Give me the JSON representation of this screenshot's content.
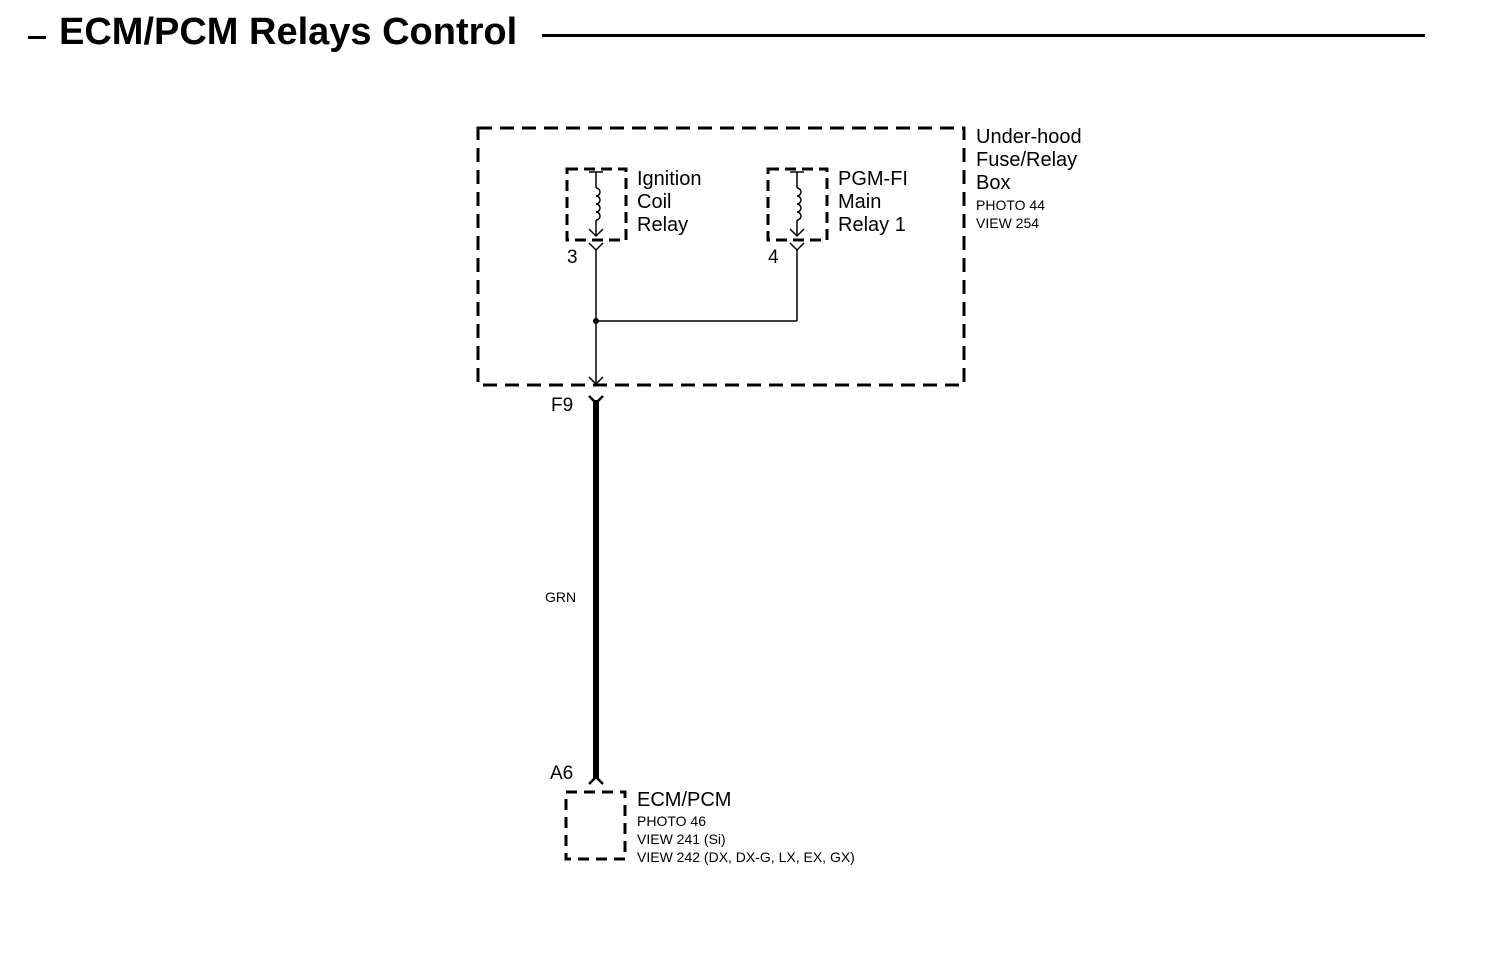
{
  "title": "ECM/PCM Relays Control",
  "fuse_box": {
    "name_lines": [
      "Under-hood",
      "Fuse/Relay",
      "Box"
    ],
    "photo": "PHOTO 44",
    "view": "VIEW 254"
  },
  "relays": [
    {
      "name_lines": [
        "Ignition",
        "Coil",
        "Relay"
      ],
      "pin": "3"
    },
    {
      "name_lines": [
        "PGM-FI",
        "Main",
        "Relay 1"
      ],
      "pin": "4"
    }
  ],
  "fuse_box_pin": "F9",
  "wire": {
    "color_code": "GRN"
  },
  "ecm": {
    "pin": "A6",
    "name": "ECM/PCM",
    "photo": "PHOTO 46",
    "views": [
      "VIEW 241 (Si)",
      "VIEW 242 (DX, DX-G, LX, EX, GX)"
    ]
  }
}
